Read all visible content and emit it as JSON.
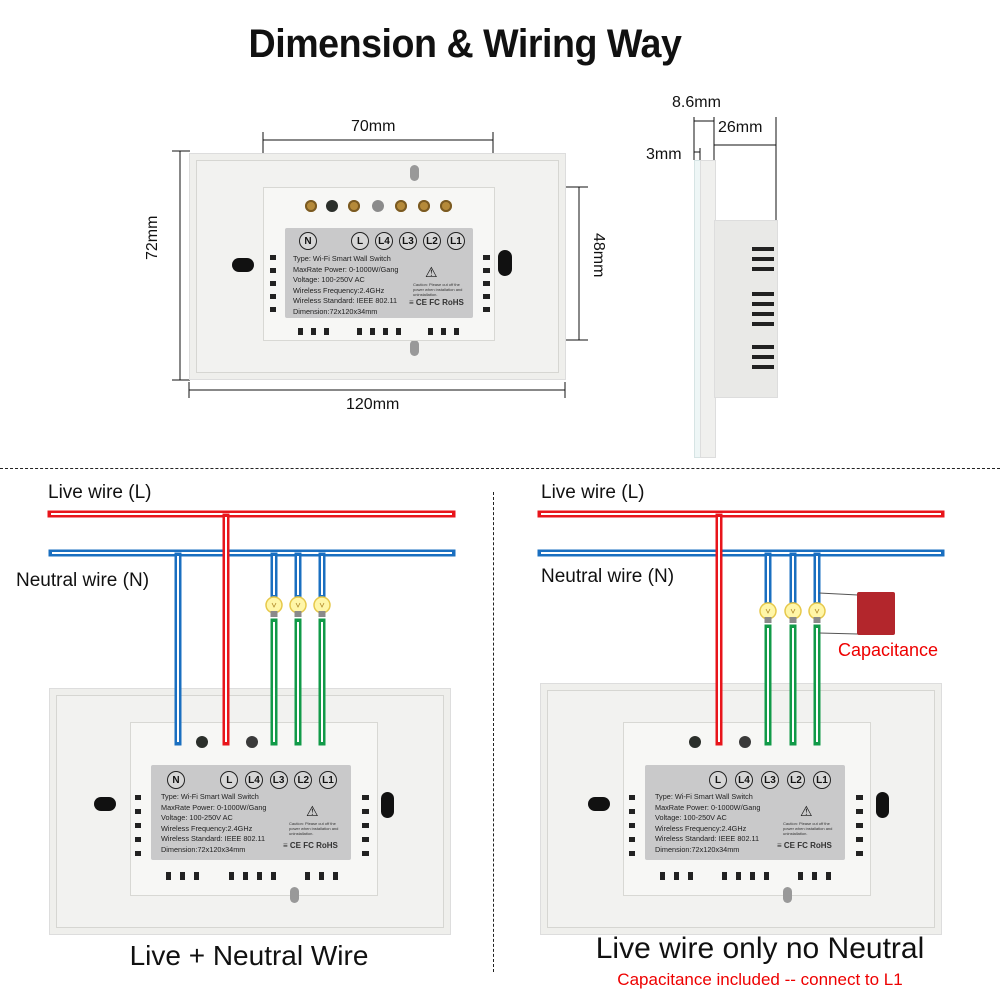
{
  "title": "Dimension & Wiring Way",
  "dimensions": {
    "width_inner": "70mm",
    "height": "72mm",
    "width_total": "120mm",
    "box_height": "48mm",
    "side_total": "8.6mm",
    "side_glass": "3mm",
    "side_depth": "26mm"
  },
  "label": {
    "terminals_full": [
      "N",
      "L",
      "L4",
      "L3",
      "L2",
      "L1"
    ],
    "terminals_no_neutral": [
      "L",
      "L4",
      "L3",
      "L2",
      "L1"
    ],
    "specs": [
      "Type: Wi-Fi Smart Wall Switch",
      "MaxRate Power: 0-1000W/Gang",
      "Voltage: 100-250V AC",
      "Wireless Frequency:2.4GHz",
      "Wireless Standard: IEEE 802.11",
      "Dimension:72x120x34mm"
    ],
    "caution": "Caution: Please cut off the power when installation and uninstallation.",
    "certs": "≡ CE FC RoHS"
  },
  "wiring": {
    "live_label": "Live wire (L)",
    "neutral_label": "Neutral wire (N)",
    "capacitance_label": "Capacitance",
    "colors": {
      "live": "#e8151b",
      "neutral": "#1a6fc0",
      "load": "#119a48",
      "capacitor": "#b3262c"
    }
  },
  "captions": {
    "left": "Live + Neutral Wire",
    "right": "Live wire only no Neutral",
    "right_sub": "Capacitance included -- connect to L1"
  }
}
